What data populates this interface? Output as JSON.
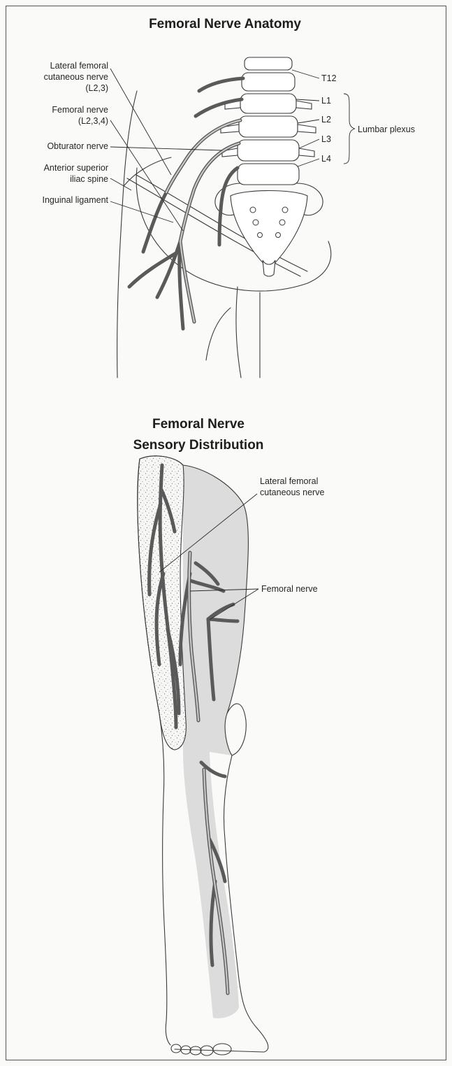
{
  "colors": {
    "page_background": "#fafaf8",
    "line": "#3a3a3a",
    "femoral_region_shading": "#dcdcdc",
    "lateral_cutaneous_region_stipple": "#777777"
  },
  "anatomy_panel": {
    "title": "Femoral Nerve Anatomy",
    "labels": {
      "lat_fem_line1": "Lateral femoral",
      "lat_fem_line2": "cutaneous nerve",
      "lat_fem_line3": "(L2,3)",
      "femoral_line1": "Femoral nerve",
      "femoral_line2": "(L2,3,4)",
      "obturator": "Obturator nerve",
      "asis_line1": "Anterior superior",
      "asis_line2": "iliac spine",
      "inguinal": "Inguinal ligament"
    },
    "vertebrae": {
      "t12": "T12",
      "l1": "L1",
      "l2": "L2",
      "l3": "L3",
      "l4": "L4"
    },
    "bracket_label": "Lumbar plexus"
  },
  "sensory_panel": {
    "title_line1": "Femoral Nerve",
    "title_line2": "Sensory Distribution",
    "labels": {
      "lat_fem_line1": "Lateral femoral",
      "lat_fem_line2": "cutaneous nerve",
      "femoral": "Femoral nerve"
    },
    "region_fill_styles": {
      "lateral_femoral_cutaneous": "stippled",
      "femoral": "grey shading"
    }
  }
}
